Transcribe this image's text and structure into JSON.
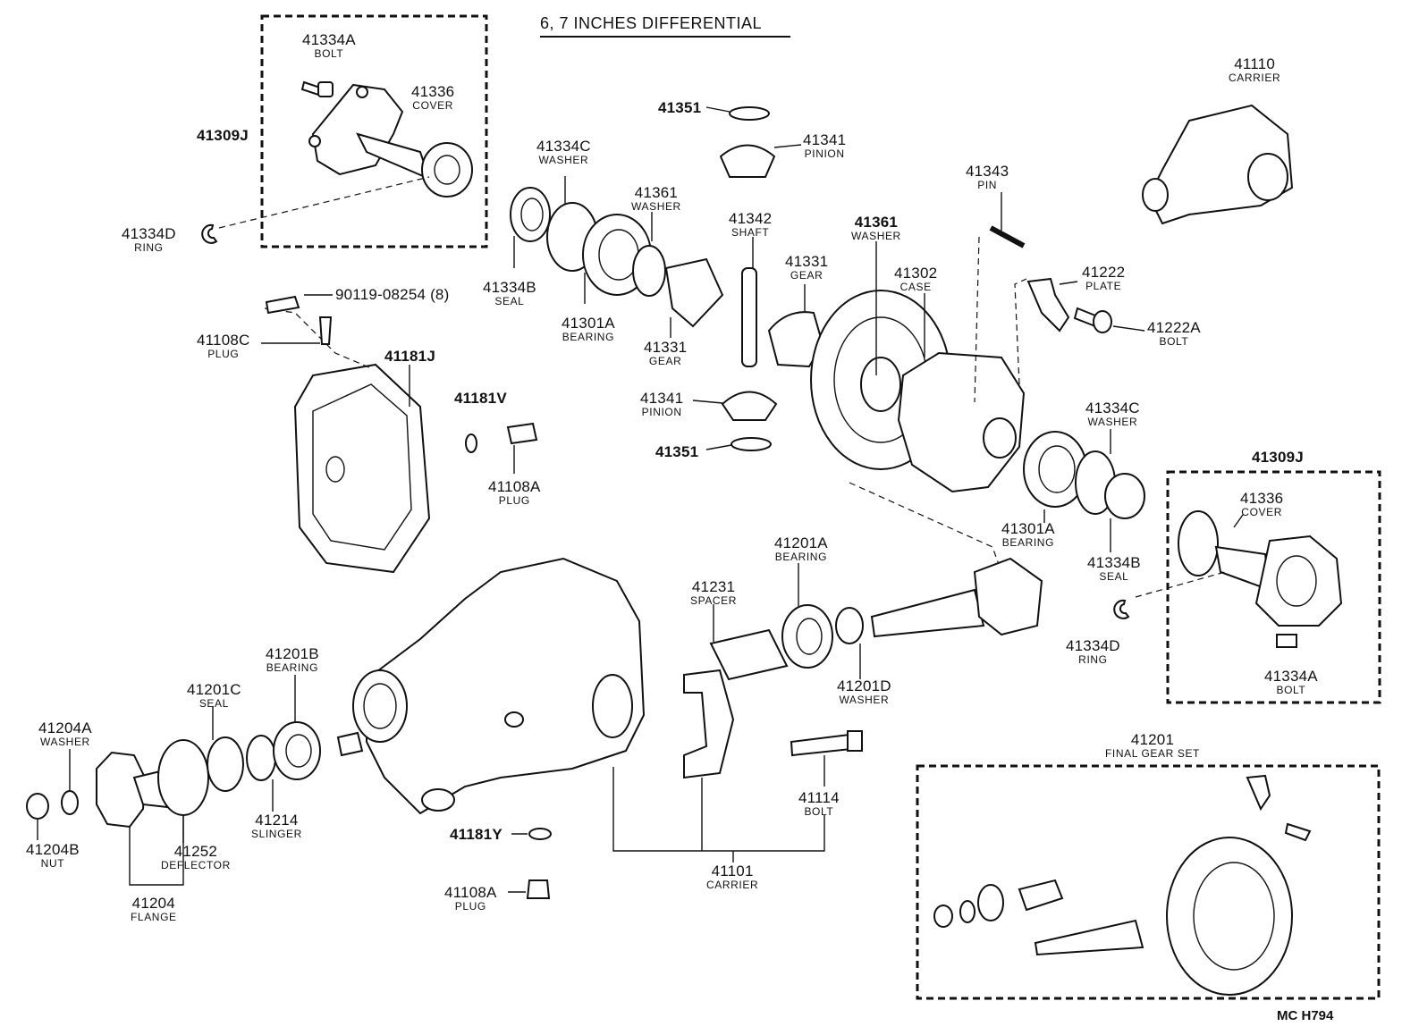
{
  "title": "6, 7 INCHES DIFFERENTIAL",
  "code": "MC H794",
  "labels": [
    {
      "num": "41334A",
      "name": "BOLT"
    },
    {
      "num": "41336",
      "name": "COVER"
    },
    {
      "num": "41309J",
      "name": ""
    },
    {
      "num": "41334D",
      "name": "RING"
    },
    {
      "num": "90119-08254 (8)",
      "name": ""
    },
    {
      "num": "41108C",
      "name": "PLUG"
    },
    {
      "num": "41181J",
      "name": ""
    },
    {
      "num": "41181V",
      "name": ""
    },
    {
      "num": "41108A",
      "name": "PLUG"
    },
    {
      "num": "41351",
      "name": ""
    },
    {
      "num": "41341",
      "name": "PINION"
    },
    {
      "num": "41334C",
      "name": "WASHER"
    },
    {
      "num": "41361",
      "name": "WASHER"
    },
    {
      "num": "41342",
      "name": "SHAFT"
    },
    {
      "num": "41331",
      "name": "GEAR"
    },
    {
      "num": "41334B",
      "name": "SEAL"
    },
    {
      "num": "41301A",
      "name": "BEARING"
    },
    {
      "num": "41331",
      "name": "GEAR"
    },
    {
      "num": "41341",
      "name": "PINION"
    },
    {
      "num": "41351",
      "name": ""
    },
    {
      "num": "41343",
      "name": "PIN"
    },
    {
      "num": "41361",
      "name": "WASHER"
    },
    {
      "num": "41302",
      "name": "CASE"
    },
    {
      "num": "41222",
      "name": "PLATE"
    },
    {
      "num": "41222A",
      "name": "BOLT"
    },
    {
      "num": "41110",
      "name": "CARRIER"
    },
    {
      "num": "41334C",
      "name": "WASHER"
    },
    {
      "num": "41301A",
      "name": "BEARING"
    },
    {
      "num": "41334B",
      "name": "SEAL"
    },
    {
      "num": "41309J",
      "name": ""
    },
    {
      "num": "41336",
      "name": "COVER"
    },
    {
      "num": "41334D",
      "name": "RING"
    },
    {
      "num": "41334A",
      "name": "BOLT"
    },
    {
      "num": "41201A",
      "name": "BEARING"
    },
    {
      "num": "41231",
      "name": "SPACER"
    },
    {
      "num": "41201D",
      "name": "WASHER"
    },
    {
      "num": "41201B",
      "name": "BEARING"
    },
    {
      "num": "41201C",
      "name": "SEAL"
    },
    {
      "num": "41204A",
      "name": "WASHER"
    },
    {
      "num": "41204B",
      "name": "NUT"
    },
    {
      "num": "41214",
      "name": "SLINGER"
    },
    {
      "num": "41252",
      "name": "DEFLECTOR"
    },
    {
      "num": "41204",
      "name": "FLANGE"
    },
    {
      "num": "41114",
      "name": "BOLT"
    },
    {
      "num": "41181Y",
      "name": ""
    },
    {
      "num": "41108A",
      "name": "PLUG"
    },
    {
      "num": "41101",
      "name": "CARRIER"
    },
    {
      "num": "41201",
      "name": "FINAL GEAR SET"
    }
  ]
}
